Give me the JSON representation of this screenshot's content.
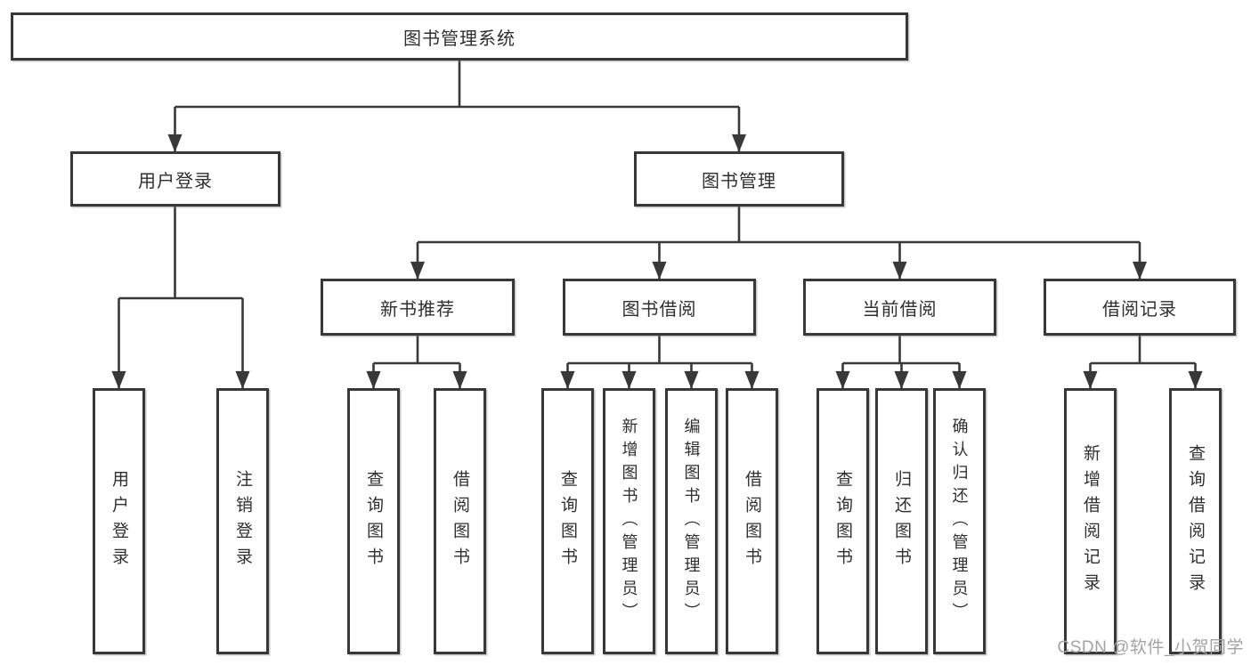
{
  "tree": {
    "root": {
      "label": "图书管理系统"
    },
    "branches": [
      {
        "label": "用户登录",
        "children": [
          {
            "label": "用户登录"
          },
          {
            "label": "注销登录"
          }
        ]
      },
      {
        "label": "图书管理",
        "children": [
          {
            "label": "新书推荐",
            "children": [
              {
                "label": "查询图书"
              },
              {
                "label": "借阅图书"
              }
            ]
          },
          {
            "label": "图书借阅",
            "children": [
              {
                "label": "查询图书"
              },
              {
                "label": "新增图书（管理员）"
              },
              {
                "label": "编辑图书（管理员）"
              },
              {
                "label": "借阅图书"
              }
            ]
          },
          {
            "label": "当前借阅",
            "children": [
              {
                "label": "查询图书"
              },
              {
                "label": "归还图书"
              },
              {
                "label": "确认归还（管理员）"
              }
            ]
          },
          {
            "label": "借阅记录",
            "children": [
              {
                "label": "新增借阅记录"
              },
              {
                "label": "查询借阅记录"
              }
            ]
          }
        ]
      }
    ]
  },
  "watermark": "CSDN @软件_小贺同学",
  "colors": {
    "line": "#383838",
    "text": "#2f2f2f",
    "watermark": "#a3a3a3",
    "background": "#ffffff"
  }
}
